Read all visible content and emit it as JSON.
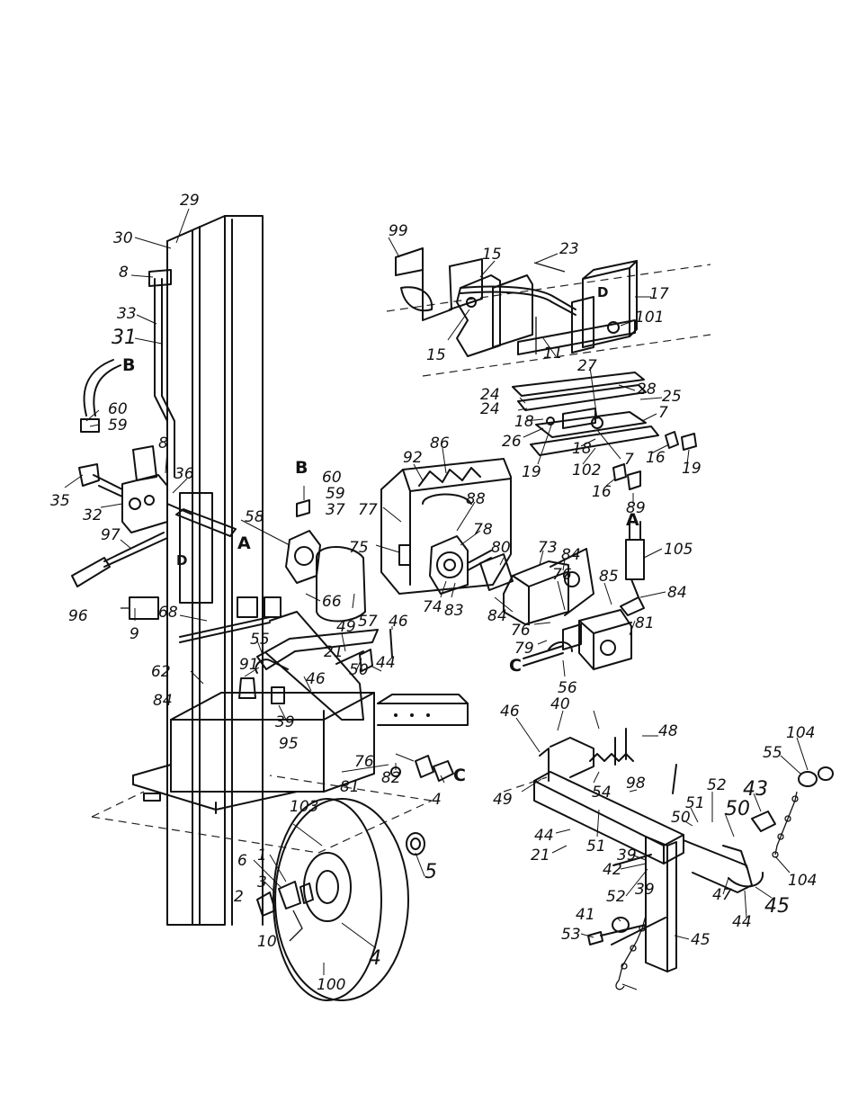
{
  "diagram": {
    "callouts": [
      {
        "id": "c29",
        "text": "29"
      },
      {
        "id": "c30",
        "text": "30"
      },
      {
        "id": "c8a",
        "text": "8"
      },
      {
        "id": "c33",
        "text": "33"
      },
      {
        "id": "c31",
        "text": "31"
      },
      {
        "id": "c60a",
        "text": "60"
      },
      {
        "id": "c59a",
        "text": "59"
      },
      {
        "id": "c35",
        "text": "35"
      },
      {
        "id": "c32",
        "text": "32"
      },
      {
        "id": "c8b",
        "text": "8"
      },
      {
        "id": "c36",
        "text": "36"
      },
      {
        "id": "c97",
        "text": "97"
      },
      {
        "id": "c96",
        "text": "96"
      },
      {
        "id": "c9",
        "text": "9"
      },
      {
        "id": "c60b",
        "text": "60"
      },
      {
        "id": "c59b",
        "text": "59"
      },
      {
        "id": "c37",
        "text": "37"
      },
      {
        "id": "c58",
        "text": "58"
      },
      {
        "id": "c57",
        "text": "57"
      },
      {
        "id": "c66",
        "text": "66"
      },
      {
        "id": "c68",
        "text": "68"
      },
      {
        "id": "c55a",
        "text": "55"
      },
      {
        "id": "c62",
        "text": "62"
      },
      {
        "id": "c91",
        "text": "91"
      },
      {
        "id": "c49a",
        "text": "49"
      },
      {
        "id": "c21a",
        "text": "21"
      },
      {
        "id": "c50a",
        "text": "50"
      },
      {
        "id": "c44a",
        "text": "44"
      },
      {
        "id": "c46a",
        "text": "46"
      },
      {
        "id": "c46b",
        "text": "46"
      },
      {
        "id": "c39a",
        "text": "39"
      },
      {
        "id": "c95",
        "text": "95"
      },
      {
        "id": "c84a",
        "text": "84"
      },
      {
        "id": "c76a",
        "text": "76"
      },
      {
        "id": "c81a",
        "text": "81"
      },
      {
        "id": "c82",
        "text": "82"
      },
      {
        "id": "c4a",
        "text": "4"
      },
      {
        "id": "c103",
        "text": "103"
      },
      {
        "id": "c5",
        "text": "5"
      },
      {
        "id": "c6",
        "text": "6"
      },
      {
        "id": "c1",
        "text": "1"
      },
      {
        "id": "c3",
        "text": "3"
      },
      {
        "id": "c2",
        "text": "2"
      },
      {
        "id": "c10",
        "text": "10"
      },
      {
        "id": "c4b",
        "text": "4"
      },
      {
        "id": "c100",
        "text": "100"
      },
      {
        "id": "c99",
        "text": "99"
      },
      {
        "id": "c15a",
        "text": "15"
      },
      {
        "id": "c23",
        "text": "23"
      },
      {
        "id": "c17",
        "text": "17"
      },
      {
        "id": "c101",
        "text": "101"
      },
      {
        "id": "c15b",
        "text": "15"
      },
      {
        "id": "c11",
        "text": "11"
      },
      {
        "id": "c27",
        "text": "27"
      },
      {
        "id": "c28",
        "text": "28"
      },
      {
        "id": "c25",
        "text": "25"
      },
      {
        "id": "c24a",
        "text": "24"
      },
      {
        "id": "c24b",
        "text": "24"
      },
      {
        "id": "c7a",
        "text": "7"
      },
      {
        "id": "c18a",
        "text": "18"
      },
      {
        "id": "c26",
        "text": "26"
      },
      {
        "id": "c7b",
        "text": "7"
      },
      {
        "id": "c18b",
        "text": "18"
      },
      {
        "id": "c102",
        "text": "102"
      },
      {
        "id": "c19a",
        "text": "19"
      },
      {
        "id": "c16a",
        "text": "16"
      },
      {
        "id": "c19b",
        "text": "19"
      },
      {
        "id": "c16b",
        "text": "16"
      },
      {
        "id": "c89",
        "text": "89"
      },
      {
        "id": "c92",
        "text": "92"
      },
      {
        "id": "c86",
        "text": "86"
      },
      {
        "id": "c77",
        "text": "77"
      },
      {
        "id": "c88",
        "text": "88"
      },
      {
        "id": "c75",
        "text": "75"
      },
      {
        "id": "c78",
        "text": "78"
      },
      {
        "id": "c80",
        "text": "80"
      },
      {
        "id": "c73",
        "text": "73"
      },
      {
        "id": "c84b",
        "text": "84"
      },
      {
        "id": "c74",
        "text": "74"
      },
      {
        "id": "c83",
        "text": "83"
      },
      {
        "id": "c105",
        "text": "105"
      },
      {
        "id": "c84c",
        "text": "84"
      },
      {
        "id": "c76b",
        "text": "76"
      },
      {
        "id": "c85",
        "text": "85"
      },
      {
        "id": "c84d",
        "text": "84"
      },
      {
        "id": "c76c",
        "text": "76"
      },
      {
        "id": "c79",
        "text": "79"
      },
      {
        "id": "c81b",
        "text": "81"
      },
      {
        "id": "c56",
        "text": "56"
      },
      {
        "id": "c46c",
        "text": "46"
      },
      {
        "id": "c40",
        "text": "40"
      },
      {
        "id": "c48",
        "text": "48"
      },
      {
        "id": "c104a",
        "text": "104"
      },
      {
        "id": "c55b",
        "text": "55"
      },
      {
        "id": "c49b",
        "text": "49"
      },
      {
        "id": "c54",
        "text": "54"
      },
      {
        "id": "c98",
        "text": "98"
      },
      {
        "id": "c52a",
        "text": "52"
      },
      {
        "id": "c43",
        "text": "43"
      },
      {
        "id": "c51a",
        "text": "51"
      },
      {
        "id": "c50b",
        "text": "50"
      },
      {
        "id": "c50c",
        "text": "50"
      },
      {
        "id": "c44b",
        "text": "44"
      },
      {
        "id": "c21b",
        "text": "21"
      },
      {
        "id": "c51b",
        "text": "51"
      },
      {
        "id": "c39b",
        "text": "39"
      },
      {
        "id": "c42",
        "text": "42"
      },
      {
        "id": "c52b",
        "text": "52"
      },
      {
        "id": "c39c",
        "text": "39"
      },
      {
        "id": "c47",
        "text": "47"
      },
      {
        "id": "c44c",
        "text": "44"
      },
      {
        "id": "c45a",
        "text": "45"
      },
      {
        "id": "c104b",
        "text": "104"
      },
      {
        "id": "c41",
        "text": "41"
      },
      {
        "id": "c53",
        "text": "53"
      },
      {
        "id": "c45b",
        "text": "45"
      }
    ],
    "connection_labels": [
      {
        "id": "rB1",
        "text": "B"
      },
      {
        "id": "rA1",
        "text": "A"
      },
      {
        "id": "rB2",
        "text": "B"
      },
      {
        "id": "rA2",
        "text": "A"
      },
      {
        "id": "rC1",
        "text": "C"
      },
      {
        "id": "rC2",
        "text": "C"
      }
    ],
    "plate_tags": [
      {
        "id": "tD1",
        "text": "D"
      },
      {
        "id": "tD2",
        "text": "D"
      }
    ]
  }
}
